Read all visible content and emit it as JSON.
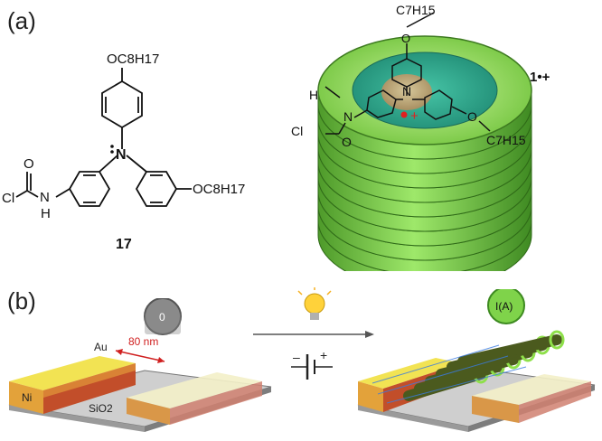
{
  "panel_a": {
    "label": "(a)",
    "molecule": {
      "compound_number": "17",
      "top_group": "OC8H17",
      "right_group": "OC8H17",
      "cl": "Cl",
      "o": "O",
      "nh": "H",
      "nh_n": "N"
    },
    "stack": {
      "radical_label": "1•+",
      "top_chain": "C7H15",
      "right_chain": "C7H15",
      "o_top": "O",
      "o_right": "O",
      "n_center": "N",
      "n_left": "N",
      "h_left": "H",
      "cl": "Cl",
      "o_carbonyl": "O",
      "charge": "+"
    }
  },
  "panel_b": {
    "label": "(b)",
    "left_meter_value": "0",
    "right_meter_value": "I(A)",
    "gap_label": "80 nm",
    "au": "Au",
    "ni": "Ni",
    "sio2": "SiO2",
    "minus": "–",
    "plus": "+"
  },
  "colors": {
    "gold": "#e8d83a",
    "copper": "#c0643a",
    "green_stack": "#7bd14a",
    "teal": "#2aa58a"
  }
}
